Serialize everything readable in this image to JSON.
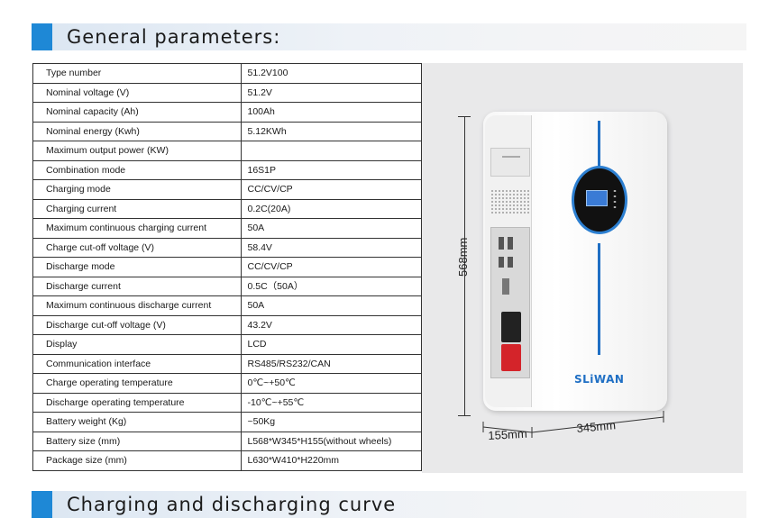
{
  "sections": {
    "general": "General parameters:",
    "curve": "Charging and discharging curve"
  },
  "params": [
    {
      "label": "Type number",
      "value": "51.2V100"
    },
    {
      "label": "Nominal voltage (V)",
      "value": "51.2V"
    },
    {
      "label": "Nominal capacity (Ah)",
      "value": "100Ah"
    },
    {
      "label": "Nominal energy (Kwh)",
      "value": "5.12KWh"
    },
    {
      "label": "Maximum output power (KW)",
      "value": ""
    },
    {
      "label": "Combination mode",
      "value": "16S1P"
    },
    {
      "label": "Charging mode",
      "value": "CC/CV/CP"
    },
    {
      "label": "Charging current",
      "value": "0.2C(20A)"
    },
    {
      "label": "Maximum continuous charging current",
      "value": "50A"
    },
    {
      "label": "Charge cut-off voltage (V)",
      "value": "58.4V"
    },
    {
      "label": "Discharge mode",
      "value": "CC/CV/CP"
    },
    {
      "label": "Discharge current",
      "value": "0.5C（50A）"
    },
    {
      "label": "Maximum continuous discharge current",
      "value": "50A"
    },
    {
      "label": "Discharge cut-off voltage (V)",
      "value": "43.2V"
    },
    {
      "label": "Display",
      "value": "LCD"
    },
    {
      "label": "Communication interface",
      "value": "RS485/RS232/CAN"
    },
    {
      "label": "Charge operating temperature",
      "value": " 0℃~+50℃"
    },
    {
      "label": "Discharge operating temperature",
      "value": "-10℃~+55℃"
    },
    {
      "label": "Battery weight (Kg)",
      "value": "~50Kg"
    },
    {
      "label": "Battery size (mm)",
      "value": "L568*W345*H155(without wheels)"
    },
    {
      "label": "Package size (mm)",
      "value": "L630*W410*H220mm"
    }
  ],
  "product": {
    "brand": "SLiWAN",
    "dim_height": "568mm",
    "dim_depth": "155mm",
    "dim_width": "345mm"
  },
  "colors": {
    "accent": "#1e88d6",
    "brand_blue": "#1f6fc4",
    "connector_red": "#d4242a"
  }
}
